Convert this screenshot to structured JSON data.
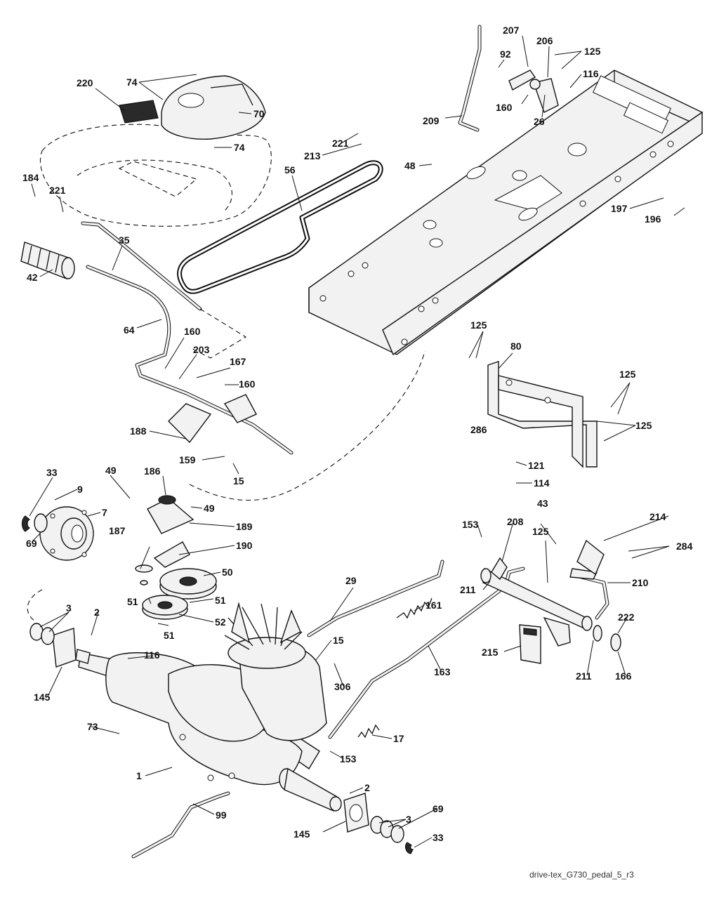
{
  "diagram": {
    "footer_label": "drive-tex_G730_pedal_5_r3",
    "callouts": [
      {
        "id": "c-207",
        "text": "207"
      },
      {
        "id": "c-206",
        "text": "206"
      },
      {
        "id": "c-125a",
        "text": "125"
      },
      {
        "id": "c-92",
        "text": "92"
      },
      {
        "id": "c-116a",
        "text": "116"
      },
      {
        "id": "c-160a",
        "text": "160"
      },
      {
        "id": "c-26",
        "text": "26"
      },
      {
        "id": "c-209",
        "text": "209"
      },
      {
        "id": "c-74a",
        "text": "74"
      },
      {
        "id": "c-220",
        "text": "220"
      },
      {
        "id": "c-70",
        "text": "70"
      },
      {
        "id": "c-74b",
        "text": "74"
      },
      {
        "id": "c-221a",
        "text": "221"
      },
      {
        "id": "c-213",
        "text": "213"
      },
      {
        "id": "c-56",
        "text": "56"
      },
      {
        "id": "c-48",
        "text": "48"
      },
      {
        "id": "c-184",
        "text": "184"
      },
      {
        "id": "c-221b",
        "text": "221"
      },
      {
        "id": "c-197",
        "text": "197"
      },
      {
        "id": "c-196",
        "text": "196"
      },
      {
        "id": "c-35",
        "text": "35"
      },
      {
        "id": "c-42",
        "text": "42"
      },
      {
        "id": "c-64",
        "text": "64"
      },
      {
        "id": "c-160b",
        "text": "160"
      },
      {
        "id": "c-203",
        "text": "203"
      },
      {
        "id": "c-167",
        "text": "167"
      },
      {
        "id": "c-160c",
        "text": "160"
      },
      {
        "id": "c-125b",
        "text": "125"
      },
      {
        "id": "c-80",
        "text": "80"
      },
      {
        "id": "c-125c",
        "text": "125"
      },
      {
        "id": "c-125d",
        "text": "125"
      },
      {
        "id": "c-188",
        "text": "188"
      },
      {
        "id": "c-286",
        "text": "286"
      },
      {
        "id": "c-159",
        "text": "159"
      },
      {
        "id": "c-15a",
        "text": "15"
      },
      {
        "id": "c-121",
        "text": "121"
      },
      {
        "id": "c-114",
        "text": "114"
      },
      {
        "id": "c-33a",
        "text": "33"
      },
      {
        "id": "c-49a",
        "text": "49"
      },
      {
        "id": "c-186",
        "text": "186"
      },
      {
        "id": "c-9",
        "text": "9"
      },
      {
        "id": "c-49b",
        "text": "49"
      },
      {
        "id": "c-7",
        "text": "7"
      },
      {
        "id": "c-189",
        "text": "189"
      },
      {
        "id": "c-43",
        "text": "43"
      },
      {
        "id": "c-214",
        "text": "214"
      },
      {
        "id": "c-69a",
        "text": "69"
      },
      {
        "id": "c-187",
        "text": "187"
      },
      {
        "id": "c-190",
        "text": "190"
      },
      {
        "id": "c-153a",
        "text": "153"
      },
      {
        "id": "c-208",
        "text": "208"
      },
      {
        "id": "c-284",
        "text": "284"
      },
      {
        "id": "c-50",
        "text": "50"
      },
      {
        "id": "c-125e",
        "text": "125"
      },
      {
        "id": "c-29",
        "text": "29"
      },
      {
        "id": "c-51a",
        "text": "51"
      },
      {
        "id": "c-51b",
        "text": "51"
      },
      {
        "id": "c-211a",
        "text": "211"
      },
      {
        "id": "c-210",
        "text": "210"
      },
      {
        "id": "c-161",
        "text": "161"
      },
      {
        "id": "c-52",
        "text": "52"
      },
      {
        "id": "c-3a",
        "text": "3"
      },
      {
        "id": "c-2a",
        "text": "2"
      },
      {
        "id": "c-51c",
        "text": "51"
      },
      {
        "id": "c-222",
        "text": "222"
      },
      {
        "id": "c-15b",
        "text": "15"
      },
      {
        "id": "c-215",
        "text": "215"
      },
      {
        "id": "c-163",
        "text": "163"
      },
      {
        "id": "c-116b",
        "text": "116"
      },
      {
        "id": "c-211b",
        "text": "211"
      },
      {
        "id": "c-166",
        "text": "166"
      },
      {
        "id": "c-145a",
        "text": "145"
      },
      {
        "id": "c-306",
        "text": "306"
      },
      {
        "id": "c-73",
        "text": "73"
      },
      {
        "id": "c-17",
        "text": "17"
      },
      {
        "id": "c-153b",
        "text": "153"
      },
      {
        "id": "c-1",
        "text": "1"
      },
      {
        "id": "c-2b",
        "text": "2"
      },
      {
        "id": "c-99",
        "text": "99"
      },
      {
        "id": "c-69b",
        "text": "69"
      },
      {
        "id": "c-3b",
        "text": "3"
      },
      {
        "id": "c-145b",
        "text": "145"
      },
      {
        "id": "c-33b",
        "text": "33"
      }
    ]
  }
}
